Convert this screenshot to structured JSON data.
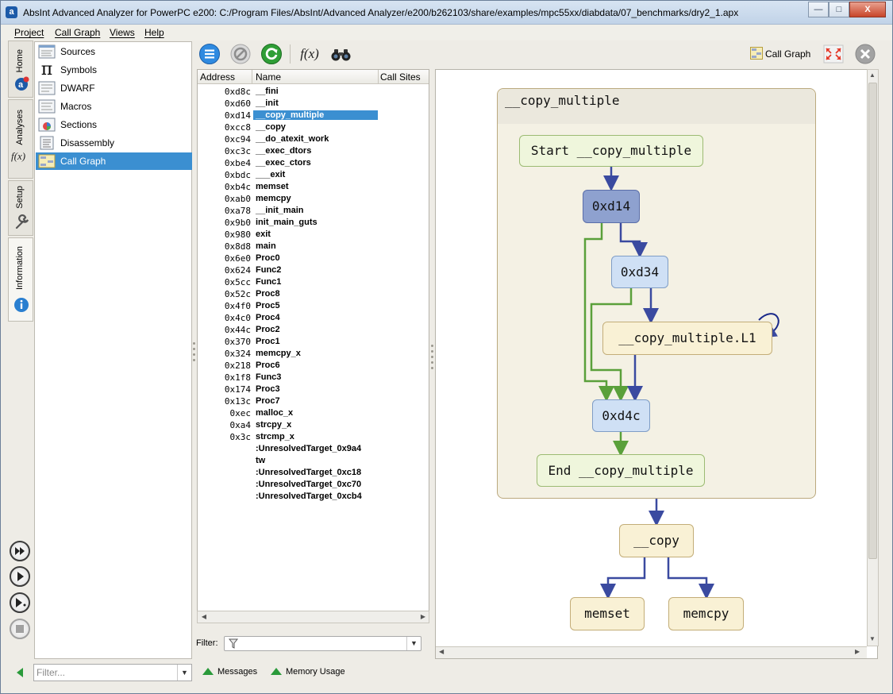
{
  "window": {
    "title": "AbsInt Advanced Analyzer for PowerPC e200: C:/Program Files/AbsInt/Advanced Analyzer/e200/b262103/share/examples/mpc55xx/diabdata/07_benchmarks/dry2_1.apx",
    "app_icon_letter": "a",
    "min_glyph": "—",
    "max_glyph": "□",
    "close_glyph": "X"
  },
  "menu": [
    "Project",
    "Call Graph",
    "Views",
    "Help"
  ],
  "vertical_tabs": [
    {
      "label": "Home",
      "icon": "home-a3-icon"
    },
    {
      "label": "Analyses",
      "icon": "fx-icon",
      "glyph": "f(x)"
    },
    {
      "label": "Setup",
      "icon": "wrench-icon"
    },
    {
      "label": "Information",
      "icon": "info-icon",
      "glyph": "i"
    }
  ],
  "nav_items": [
    {
      "label": "Sources",
      "icon": "sources-icon"
    },
    {
      "label": "Symbols",
      "icon": "pi-icon",
      "glyph": "π"
    },
    {
      "label": "DWARF",
      "icon": "dwarf-icon"
    },
    {
      "label": "Macros",
      "icon": "macros-icon"
    },
    {
      "label": "Sections",
      "icon": "sections-icon"
    },
    {
      "label": "Disassembly",
      "icon": "disassembly-icon"
    },
    {
      "label": "Call Graph",
      "icon": "call-graph-icon",
      "selected": true
    }
  ],
  "nav_filter": {
    "placeholder": "Filter..."
  },
  "status": {
    "messages": "Messages",
    "memory_usage": "Memory Usage"
  },
  "toolbar": {
    "fx_label": "f(x)",
    "call_graph_label": "Call Graph"
  },
  "routine_list": {
    "columns": [
      "Address",
      "Name",
      "Call Sites"
    ],
    "rows": [
      {
        "address": "0xd8c",
        "name": "__fini"
      },
      {
        "address": "0xd60",
        "name": "__init"
      },
      {
        "address": "0xd14",
        "name": "__copy_multiple",
        "selected": true
      },
      {
        "address": "0xcc8",
        "name": "__copy"
      },
      {
        "address": "0xc94",
        "name": "__do_atexit_work"
      },
      {
        "address": "0xc3c",
        "name": "__exec_dtors"
      },
      {
        "address": "0xbe4",
        "name": "__exec_ctors"
      },
      {
        "address": "0xbdc",
        "name": "___exit"
      },
      {
        "address": "0xb4c",
        "name": "memset"
      },
      {
        "address": "0xab0",
        "name": "memcpy"
      },
      {
        "address": "0xa78",
        "name": "__init_main"
      },
      {
        "address": "0x9b0",
        "name": "init_main_guts"
      },
      {
        "address": "0x980",
        "name": "exit"
      },
      {
        "address": "0x8d8",
        "name": "main"
      },
      {
        "address": "0x6e0",
        "name": "Proc0"
      },
      {
        "address": "0x624",
        "name": "Func2"
      },
      {
        "address": "0x5cc",
        "name": "Func1"
      },
      {
        "address": "0x52c",
        "name": "Proc8"
      },
      {
        "address": "0x4f0",
        "name": "Proc5"
      },
      {
        "address": "0x4c0",
        "name": "Proc4"
      },
      {
        "address": "0x44c",
        "name": "Proc2"
      },
      {
        "address": "0x370",
        "name": "Proc1"
      },
      {
        "address": "0x324",
        "name": "memcpy_x"
      },
      {
        "address": "0x218",
        "name": "Proc6"
      },
      {
        "address": "0x1f8",
        "name": "Func3"
      },
      {
        "address": "0x174",
        "name": "Proc3"
      },
      {
        "address": "0x13c",
        "name": "Proc7"
      },
      {
        "address": "0xec",
        "name": "malloc_x"
      },
      {
        "address": "0xa4",
        "name": "strcpy_x"
      },
      {
        "address": "0x3c",
        "name": "strcmp_x"
      },
      {
        "address": "",
        "name": ":UnresolvedTarget_0x9a4"
      },
      {
        "address": "",
        "name": "tw"
      },
      {
        "address": "",
        "name": ":UnresolvedTarget_0xc18"
      },
      {
        "address": "",
        "name": ":UnresolvedTarget_0xc70"
      },
      {
        "address": "",
        "name": ":UnresolvedTarget_0xcb4"
      }
    ]
  },
  "list_filter_label": "Filter:",
  "graph": {
    "cluster_title": "__copy_multiple",
    "nodes": {
      "start": "Start __copy_multiple",
      "n_d14": "0xd14",
      "n_d34": "0xd34",
      "loop": "__copy_multiple.L1",
      "n_d4c": "0xd4c",
      "end": "End __copy_multiple",
      "copy": "__copy",
      "memset": "memset",
      "memcpy": "memcpy"
    },
    "colors": {
      "blue_edge": "#3a4aa0",
      "green_edge": "#5aa03a",
      "selected_node": "#8ea1cf"
    }
  }
}
